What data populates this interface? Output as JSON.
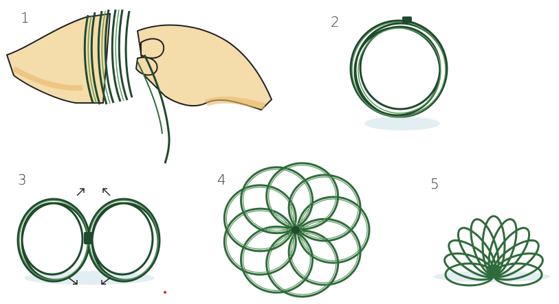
{
  "steps": [
    {
      "number": "1",
      "subject": "hands-wrapping-wire"
    },
    {
      "number": "2",
      "subject": "wire-coil"
    },
    {
      "number": "3",
      "subject": "figure-eight-coil"
    },
    {
      "number": "4",
      "subject": "flower-loops"
    },
    {
      "number": "5",
      "subject": "half-flower-loops"
    }
  ],
  "colors": {
    "wire_dark": "#1f4a2c",
    "wire_mid": "#2f6b3a",
    "wire_light": "#5a9a5c",
    "skin": "#f4dcab",
    "skin_shade": "#e8b968",
    "shadow": "#cfe3ea"
  }
}
